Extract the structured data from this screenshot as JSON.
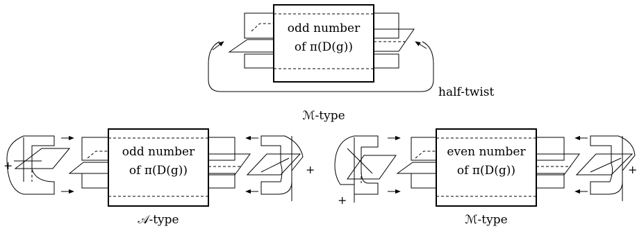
{
  "top": {
    "box_line1": "odd number",
    "box_line2": "of π(D(g))",
    "half_twist": "half-twist",
    "caption": "ℳ-type"
  },
  "bottom_left": {
    "box_line1": "odd number",
    "box_line2": "of π(D(g))",
    "plus_left": "+",
    "plus_right": "+",
    "caption": "𝒜-type"
  },
  "bottom_right": {
    "box_line1": "even number",
    "box_line2": "of π(D(g))",
    "plus_left": "+",
    "plus_right": "+",
    "caption": "ℳ-type"
  }
}
